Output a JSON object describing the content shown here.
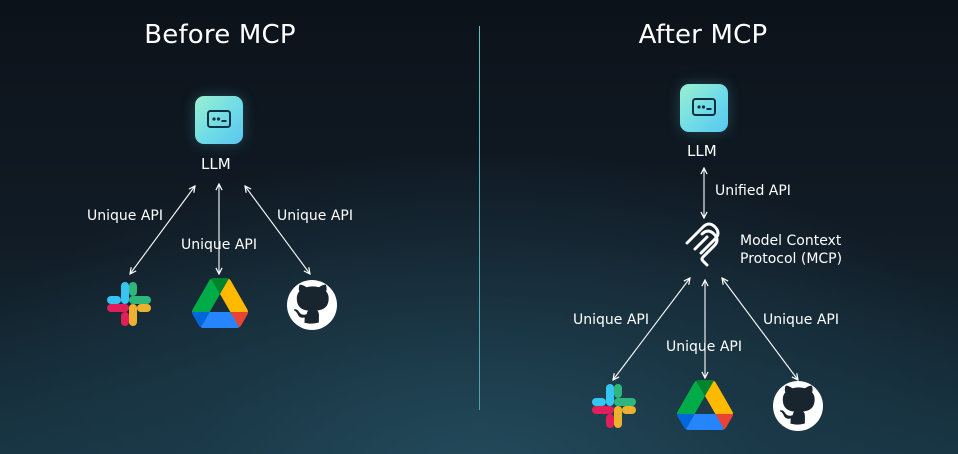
{
  "left": {
    "title": "Before MCP",
    "llm_label": "LLM",
    "edges": [
      "Unique API",
      "Unique API",
      "Unique API"
    ]
  },
  "right": {
    "title": "After MCP",
    "llm_label": "LLM",
    "unified_label": "Unified API",
    "mcp_label_line1": "Model Context",
    "mcp_label_line2": "Protocol (MCP)",
    "edges": [
      "Unique API",
      "Unique API",
      "Unique API"
    ]
  },
  "tools": [
    "slack-icon",
    "google-drive-icon",
    "github-icon"
  ],
  "colors": {
    "accent": "#6fe3e3",
    "slack": [
      "#e01e5a",
      "#36c5f0",
      "#2eb67d",
      "#ecb22e"
    ],
    "drive": [
      "#0066da",
      "#00ac47",
      "#ea4335",
      "#00832d",
      "#2684fc",
      "#ffba00"
    ]
  }
}
